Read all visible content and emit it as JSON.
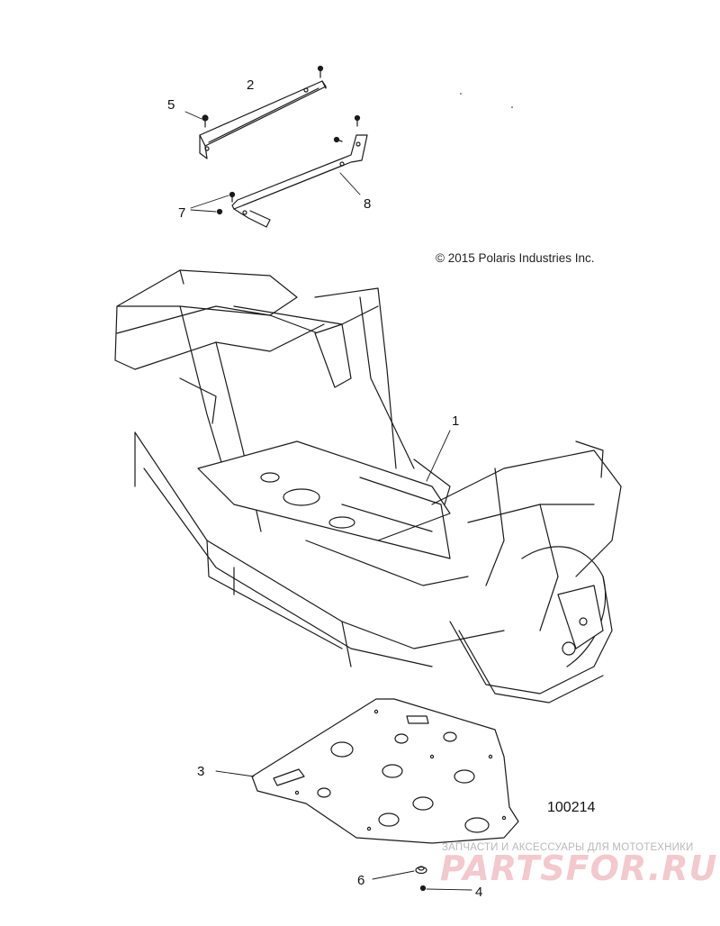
{
  "diagram": {
    "copyright": "© 2015 Polaris Industries Inc.",
    "diagram_id": "100214",
    "callouts": [
      {
        "id": "callout-1",
        "text": "1"
      },
      {
        "id": "callout-2",
        "text": "2"
      },
      {
        "id": "callout-3",
        "text": "3"
      },
      {
        "id": "callout-4",
        "text": "4"
      },
      {
        "id": "callout-5",
        "text": "5"
      },
      {
        "id": "callout-6",
        "text": "6"
      },
      {
        "id": "callout-7",
        "text": "7"
      },
      {
        "id": "callout-8",
        "text": "8"
      }
    ]
  },
  "watermark": {
    "tagline": "ЗАПЧАСТИ И АКСЕССУАРЫ ДЛЯ МОТОТЕХНИКИ",
    "logo": "PARTSFOR.RU"
  }
}
